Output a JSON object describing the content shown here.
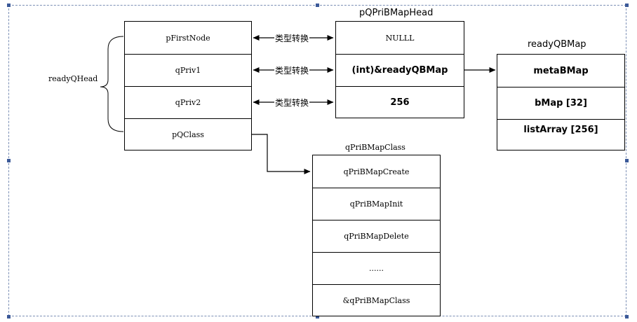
{
  "ready_q_head": {
    "label": "readyQHead",
    "fields": [
      "pFirstNode",
      "qPriv1",
      "qPriv2",
      "pQClass"
    ]
  },
  "conversion_label": "类型转换",
  "pq_pri_bmap_head": {
    "title": "pQPriBMapHead",
    "values": [
      "NULLL",
      "(int)&readyQBMap",
      "256"
    ]
  },
  "ready_qbmap": {
    "title": "readyQBMap",
    "fields": [
      "metaBMap",
      "bMap [32]",
      "listArray [256]"
    ]
  },
  "q_pri_bmap_class": {
    "title": "qPriBMapClass",
    "entries": [
      "qPriBMapCreate",
      "qPriBMapInit",
      "qPriBMapDelete",
      "......",
      "&qPriBMapClass"
    ]
  }
}
